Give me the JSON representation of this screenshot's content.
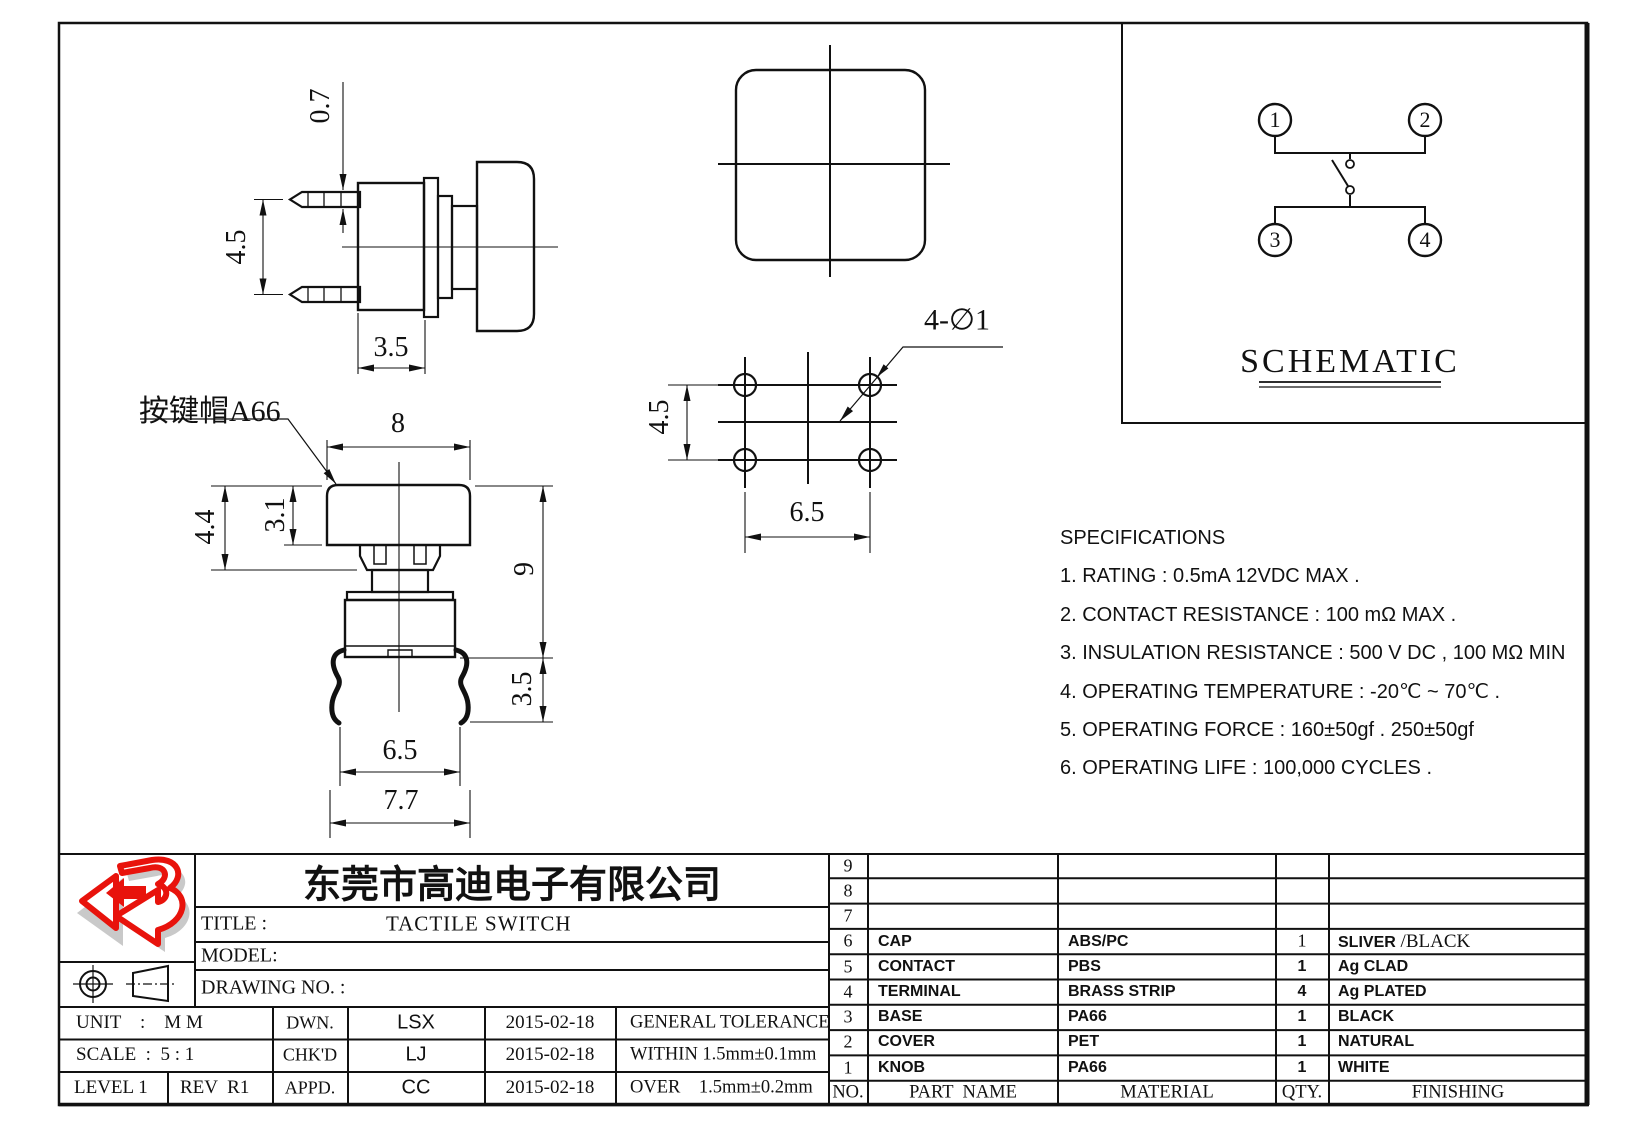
{
  "drawing": {
    "dim_labels": {
      "side_pin_thickness": "0.7",
      "side_pin_pitch": "4.5",
      "side_body_width": "3.5",
      "bottom_hole_callout": "4-∅1",
      "bottom_pitch_vertical": "4.5",
      "bottom_pitch_horizontal": "6.5",
      "front_cap_width": "8",
      "front_cap_assembly_height": "4.4",
      "front_cap_height": "3.1",
      "front_total_height": "9",
      "front_leg_height": "3.5",
      "front_body_width": "6.5",
      "front_lead_span": "7.7",
      "cap_note": "按键帽A66"
    },
    "schematic": {
      "title": "SCHEMATIC",
      "pin1": "1",
      "pin2": "2",
      "pin3": "3",
      "pin4": "4"
    }
  },
  "specifications": {
    "title": "SPECIFICATIONS",
    "items": [
      "1. RATING : 0.5mA 12VDC MAX .",
      "2. CONTACT RESISTANCE : 100 mΩ MAX .",
      "3. INSULATION RESISTANCE : 500 V DC , 100 MΩ MIN",
      "4. OPERATING TEMPERATURE : -20℃ ~ 70℃ .",
      "5. OPERATING FORCE : 160±50gf . 250±50gf",
      "6. OPERATING LIFE : 100,000 CYCLES ."
    ]
  },
  "title_block": {
    "company": "东莞市高迪电子有限公司",
    "title_label": "TITLE :",
    "title_value": "TACTILE SWITCH",
    "model_label": "MODEL:",
    "drawing_label": "DRAWING NO. :",
    "unit": "UNIT    :    M M",
    "scale": "SCALE  :  5 : 1",
    "level": "LEVEL 1",
    "rev": "REV  R1",
    "dwn_label": "DWN.",
    "chk_label": "CHK'D",
    "appd_label": "APPD.",
    "dwn_name": "LSX",
    "chk_name": "LJ",
    "appd_name": "CC",
    "dwn_date": "2015-02-18",
    "chk_date": "2015-02-18",
    "appd_date": "2015-02-18",
    "tol_title": "GENERAL TOLERANCE",
    "tol_within": "WITHIN 1.5mm±0.1mm",
    "tol_over": "OVER    1.5mm±0.2mm"
  },
  "parts_table": {
    "headers": {
      "no": "NO.",
      "part": "PART  NAME",
      "material": "MATERIAL",
      "qty": "QTY.",
      "finish": "FINISHING"
    },
    "rows": [
      {
        "no": "9",
        "part": "",
        "material": "",
        "qty": "",
        "finish": ""
      },
      {
        "no": "8",
        "part": "",
        "material": "",
        "qty": "",
        "finish": ""
      },
      {
        "no": "7",
        "part": "",
        "material": "",
        "qty": "",
        "finish": ""
      },
      {
        "no": "6",
        "part": "CAP",
        "material": "ABS/PC",
        "qty": "1",
        "finish": "SLIVER",
        "finish2": " /BLACK"
      },
      {
        "no": "5",
        "part": "CONTACT",
        "material": "PBS",
        "qty": "1",
        "finish": "Ag CLAD"
      },
      {
        "no": "4",
        "part": "TERMINAL",
        "material": "BRASS STRIP",
        "qty": "4",
        "finish": "Ag PLATED"
      },
      {
        "no": "3",
        "part": "BASE",
        "material": "PA66",
        "qty": "1",
        "finish": "BLACK"
      },
      {
        "no": "2",
        "part": "COVER",
        "material": "PET",
        "qty": "1",
        "finish": "NATURAL"
      },
      {
        "no": "1",
        "part": "KNOB",
        "material": "PA66",
        "qty": "1",
        "finish": "WHITE"
      }
    ]
  },
  "colors": {
    "line": "#111111",
    "logo_red": "#e8130c",
    "paper": "#ffffff"
  }
}
